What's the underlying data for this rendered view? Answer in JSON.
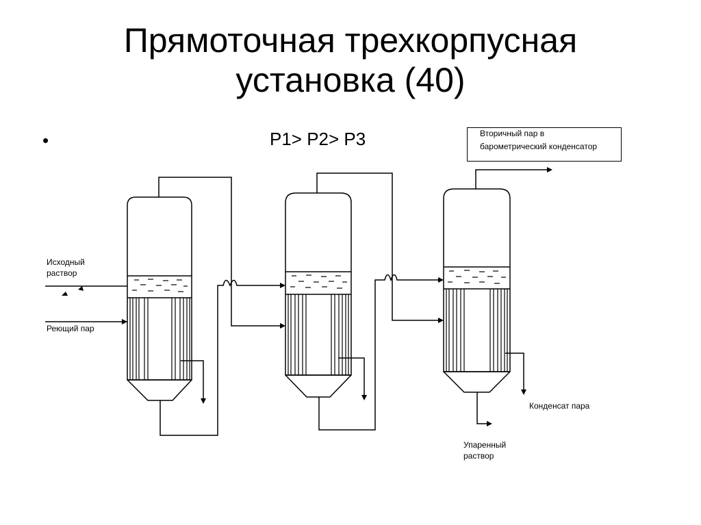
{
  "slide": {
    "title_line1": "Прямоточная трехкорпусная",
    "title_line2": "установка (40)",
    "bullet": "•",
    "pressure_relation": "P1> P2> P3"
  },
  "labels": {
    "feed_solution_line1": "Исходный",
    "feed_solution_line2": "раствор",
    "heating_steam": "Реющий пар",
    "secondary_vapor_line1": "Вторичный пар в",
    "secondary_vapor_line2": "барометрический конденсатор",
    "steam_condensate": "Конденсат пара",
    "evaporated_solution_line1": "Упаренный",
    "evaporated_solution_line2": "раствор"
  },
  "colors": {
    "line": "#000000",
    "background": "#ffffff"
  }
}
